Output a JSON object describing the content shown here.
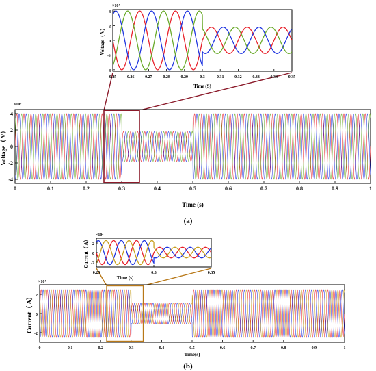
{
  "colors": {
    "phase_a": "#e8202a",
    "phase_b": "#1f35e0",
    "phase_c": "#6aaa2a",
    "zoom_a": "#8b1a2a",
    "zoom_b": "#b87818"
  },
  "panels": {
    "a": {
      "caption": "(a)",
      "main": {
        "ylabel": "Voltage（ V）",
        "xlabel": "Time (s)",
        "exponent": "×10⁴"
      },
      "inset": {
        "ylabel": "Voltage（ V）",
        "xlabel": "Time (S)",
        "exponent": "×10⁴"
      }
    },
    "b": {
      "caption": "(b)",
      "main": {
        "ylabel": "Current（ A）",
        "xlabel": "Time(s)",
        "exponent": "×10⁴"
      },
      "inset": {
        "ylabel": "Current（ A）",
        "xlabel": "Time (s)",
        "exponent": "×10⁴"
      }
    }
  },
  "chart_data": [
    {
      "type": "line",
      "id": "a-main",
      "xlabel": "Time (s)",
      "ylabel": "Voltage（ V）",
      "y_exponent": 4,
      "xlim": [
        0,
        1
      ],
      "ylim": [
        -4.5,
        4.5
      ],
      "xticks": [
        0,
        0.1,
        0.2,
        0.3,
        0.4,
        0.5,
        0.6,
        0.7,
        0.8,
        0.9,
        1
      ],
      "xtick_labels": [
        "0",
        "0.1",
        "0.2",
        "0.3",
        "0.4",
        "0.5",
        "0.6",
        "0.7",
        "0.8",
        "0.9",
        "1"
      ],
      "yticks": [
        -4,
        -2,
        0,
        2,
        4
      ],
      "ytick_labels": [
        "-4",
        "-2",
        "0",
        "2",
        "4"
      ],
      "signal": {
        "waveform": "three-phase sinusoid",
        "phases_deg": [
          0,
          -120,
          120
        ],
        "frequency_hz": 50,
        "amplitude_segments": [
          {
            "t_start": 0,
            "t_end": 0.3,
            "amplitude": 4
          },
          {
            "t_start": 0.3,
            "t_end": 0.5,
            "amplitude": 1.8
          },
          {
            "t_start": 0.5,
            "t_end": 1,
            "amplitude": 4
          }
        ]
      },
      "series": [
        {
          "color": "#e8202a"
        },
        {
          "color": "#1f35e0"
        },
        {
          "color": "#6aaa2a"
        }
      ],
      "zoom_window": {
        "x_range": [
          0.25,
          0.35
        ],
        "y_range": [
          -4.4,
          4.4
        ]
      }
    },
    {
      "type": "line",
      "id": "a-inset",
      "xlabel": "Time (S)",
      "ylabel": "Voltage（ V）",
      "y_exponent": 4,
      "xlim": [
        0.25,
        0.35
      ],
      "ylim": [
        -4.2,
        4.2
      ],
      "xticks": [
        0.25,
        0.26,
        0.27,
        0.28,
        0.29,
        0.3,
        0.31,
        0.32,
        0.33,
        0.34,
        0.35
      ],
      "xtick_labels": [
        "0.25",
        "0.26",
        "0.27",
        "0.28",
        "0.29",
        "0.3",
        "0.31",
        "0.32",
        "0.33",
        "0.34",
        "0.35"
      ],
      "yticks": [
        -4,
        -2,
        0,
        2,
        4
      ],
      "ytick_labels": [
        "-4",
        "-2",
        "0",
        "2",
        "4"
      ],
      "signal": {
        "waveform": "three-phase sinusoid",
        "phases_deg": [
          0,
          -120,
          120
        ],
        "frequency_hz": 50,
        "amplitude_segments": [
          {
            "t_start": 0.25,
            "t_end": 0.3,
            "amplitude": 4
          },
          {
            "t_start": 0.3,
            "t_end": 0.35,
            "amplitude": 1.8
          }
        ]
      },
      "series": [
        {
          "color": "#e8202a"
        },
        {
          "color": "#1f35e0"
        },
        {
          "color": "#6aaa2a"
        }
      ]
    },
    {
      "type": "line",
      "id": "b-main",
      "xlabel": "Time(s)",
      "ylabel": "Current（ A）",
      "y_exponent": 4,
      "xlim": [
        0,
        1
      ],
      "ylim": [
        -3,
        3
      ],
      "xticks": [
        0,
        0.1,
        0.2,
        0.3,
        0.4,
        0.5,
        0.6,
        0.7,
        0.8,
        0.9,
        1
      ],
      "xtick_labels": [
        "0",
        "0.1",
        "0.2",
        "0.3",
        "0.4",
        "0.5",
        "0.6",
        "0.7",
        "0.8",
        "0.9",
        "1"
      ],
      "yticks": [
        -2,
        0,
        2
      ],
      "ytick_labels": [
        "-2",
        "0",
        "2"
      ],
      "signal": {
        "waveform": "three-phase sinusoid",
        "phases_deg": [
          0,
          -120,
          120
        ],
        "frequency_hz": 50,
        "amplitude_segments": [
          {
            "t_start": 0,
            "t_end": 0.3,
            "amplitude": 2.5
          },
          {
            "t_start": 0.3,
            "t_end": 0.5,
            "amplitude": 1.1
          },
          {
            "t_start": 0.5,
            "t_end": 1,
            "amplitude": 2.5
          }
        ]
      },
      "series": [
        {
          "color": "#e8202a"
        },
        {
          "color": "#1f35e0"
        },
        {
          "color": "#c8a020"
        }
      ],
      "zoom_window": {
        "x_range": [
          0.22,
          0.34
        ],
        "y_range": [
          -2.9,
          2.9
        ]
      }
    },
    {
      "type": "line",
      "id": "b-inset",
      "xlabel": "Time (s)",
      "ylabel": "Current（ A）",
      "y_exponent": 4,
      "xlim": [
        0.25,
        0.35
      ],
      "ylim": [
        -3,
        3
      ],
      "xticks": [
        0.25,
        0.3,
        0.35
      ],
      "xtick_labels": [
        "0.25",
        "0.3",
        "0.35"
      ],
      "yticks": [
        -2,
        0,
        2
      ],
      "ytick_labels": [
        "-2",
        "0",
        "2"
      ],
      "signal": {
        "waveform": "three-phase sinusoid",
        "phases_deg": [
          0,
          -120,
          120
        ],
        "frequency_hz": 50,
        "amplitude_segments": [
          {
            "t_start": 0.25,
            "t_end": 0.3,
            "amplitude": 2.5
          },
          {
            "t_start": 0.3,
            "t_end": 0.35,
            "amplitude": 1.1
          }
        ]
      },
      "series": [
        {
          "color": "#e8202a"
        },
        {
          "color": "#1f35e0"
        },
        {
          "color": "#c8a020"
        }
      ]
    }
  ]
}
